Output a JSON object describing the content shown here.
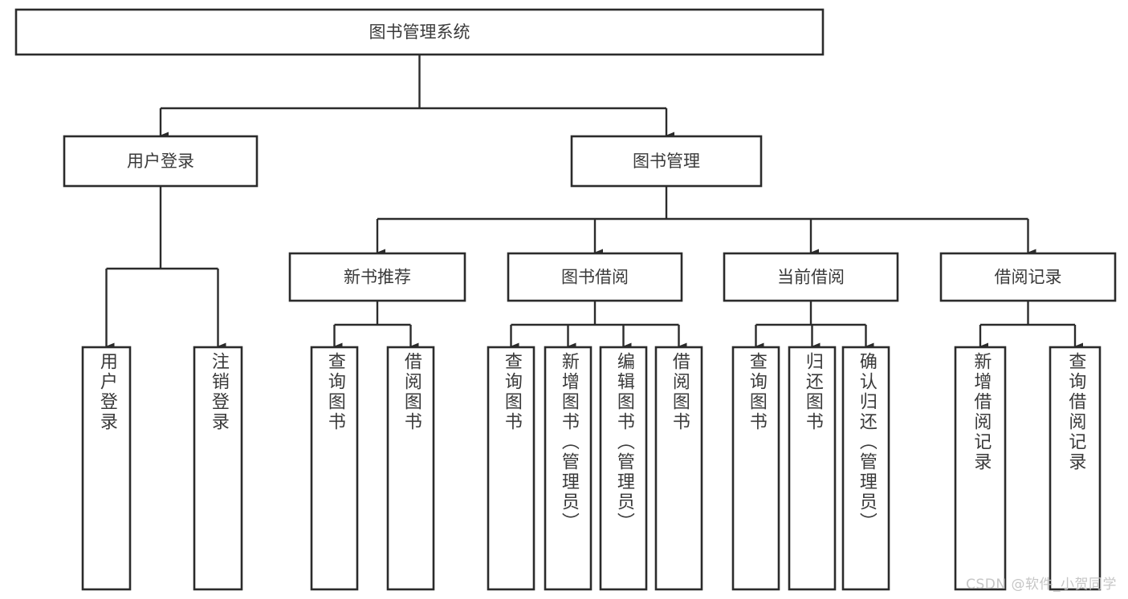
{
  "diagram": {
    "type": "tree-hierarchy-chart",
    "title_node": {
      "id": "root",
      "label": "图书管理系统"
    },
    "colors": {
      "box_stroke": "#2b2b2b",
      "box_fill": "#ffffff",
      "connector": "#2b2b2b",
      "label_text": "#3a3a3a",
      "watermark": "#c6c6c6",
      "background": "#ffffff"
    },
    "level2": [
      {
        "id": "user-login",
        "label": "用户登录"
      },
      {
        "id": "book-manage",
        "label": "图书管理"
      }
    ],
    "level3": [
      {
        "id": "new-book-recommend",
        "label": "新书推荐",
        "parent": "book-manage"
      },
      {
        "id": "book-borrow",
        "label": "图书借阅",
        "parent": "book-manage"
      },
      {
        "id": "current-borrow",
        "label": "当前借阅",
        "parent": "book-manage"
      },
      {
        "id": "borrow-record",
        "label": "借阅记录",
        "parent": "book-manage"
      }
    ],
    "leaves": {
      "user-login": [
        {
          "id": "leaf-user-login",
          "label": "用户登录"
        },
        {
          "id": "leaf-user-logout",
          "label": "注销登录"
        }
      ],
      "new-book-recommend": [
        {
          "id": "leaf-query-book-1",
          "label": "查询图书"
        },
        {
          "id": "leaf-borrow-book-1",
          "label": "借阅图书"
        }
      ],
      "book-borrow": [
        {
          "id": "leaf-query-book-2",
          "label": "查询图书"
        },
        {
          "id": "leaf-add-book",
          "label": "新增图书（管理员）"
        },
        {
          "id": "leaf-edit-book",
          "label": "编辑图书（管理员）"
        },
        {
          "id": "leaf-borrow-book-2",
          "label": "借阅图书"
        }
      ],
      "current-borrow": [
        {
          "id": "leaf-query-book-3",
          "label": "查询图书"
        },
        {
          "id": "leaf-return-book",
          "label": "归还图书"
        },
        {
          "id": "leaf-confirm-return",
          "label": "确认归还（管理员）"
        }
      ],
      "borrow-record": [
        {
          "id": "leaf-add-record",
          "label": "新增借阅记录"
        },
        {
          "id": "leaf-query-record",
          "label": "查询借阅记录"
        }
      ]
    }
  },
  "watermark": {
    "text": "CSDN @软件_小贺同学"
  }
}
